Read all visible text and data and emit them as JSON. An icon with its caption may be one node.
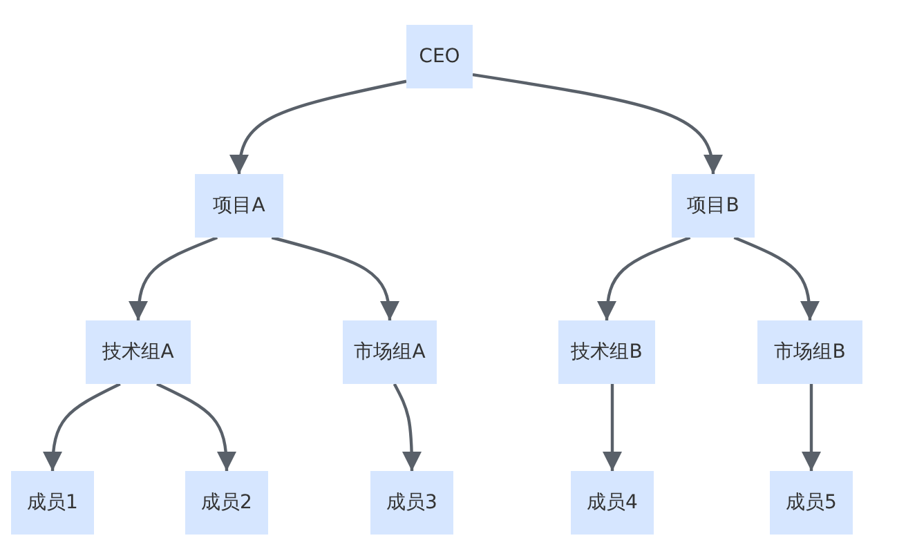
{
  "diagram": {
    "nodes": [
      {
        "text": [
          "CEO"
        ]
      },
      {
        "text": [
          "项目A"
        ]
      },
      {
        "text": [
          "项目B"
        ]
      },
      {
        "text": [
          "技术组A"
        ]
      },
      {
        "text": [
          "市场组A"
        ]
      },
      {
        "text": [
          "技术组B"
        ]
      },
      {
        "text": [
          "市场组B"
        ]
      },
      {
        "text": [
          "成员1"
        ]
      },
      {
        "text": [
          "成员2"
        ]
      },
      {
        "text": [
          "成员3"
        ]
      },
      {
        "text": [
          "成员4"
        ]
      },
      {
        "text": [
          "成员5"
        ]
      }
    ],
    "edges": [
      {
        "from": 0,
        "to": 1,
        "arrow": "to"
      },
      {
        "from": 0,
        "to": 2,
        "arrow": "to"
      },
      {
        "from": 1,
        "to": 3,
        "arrow": "to"
      },
      {
        "from": 1,
        "to": 4,
        "arrow": "to"
      },
      {
        "from": 2,
        "to": 5,
        "arrow": "to"
      },
      {
        "from": 2,
        "to": 6,
        "arrow": "to"
      },
      {
        "from": 3,
        "to": 7,
        "arrow": "to"
      },
      {
        "from": 3,
        "to": 8,
        "arrow": "to"
      },
      {
        "from": 4,
        "to": 9,
        "arrow": "to"
      },
      {
        "from": 5,
        "to": 10,
        "arrow": "to"
      },
      {
        "from": 6,
        "to": 11,
        "arrow": "to"
      }
    ]
  }
}
